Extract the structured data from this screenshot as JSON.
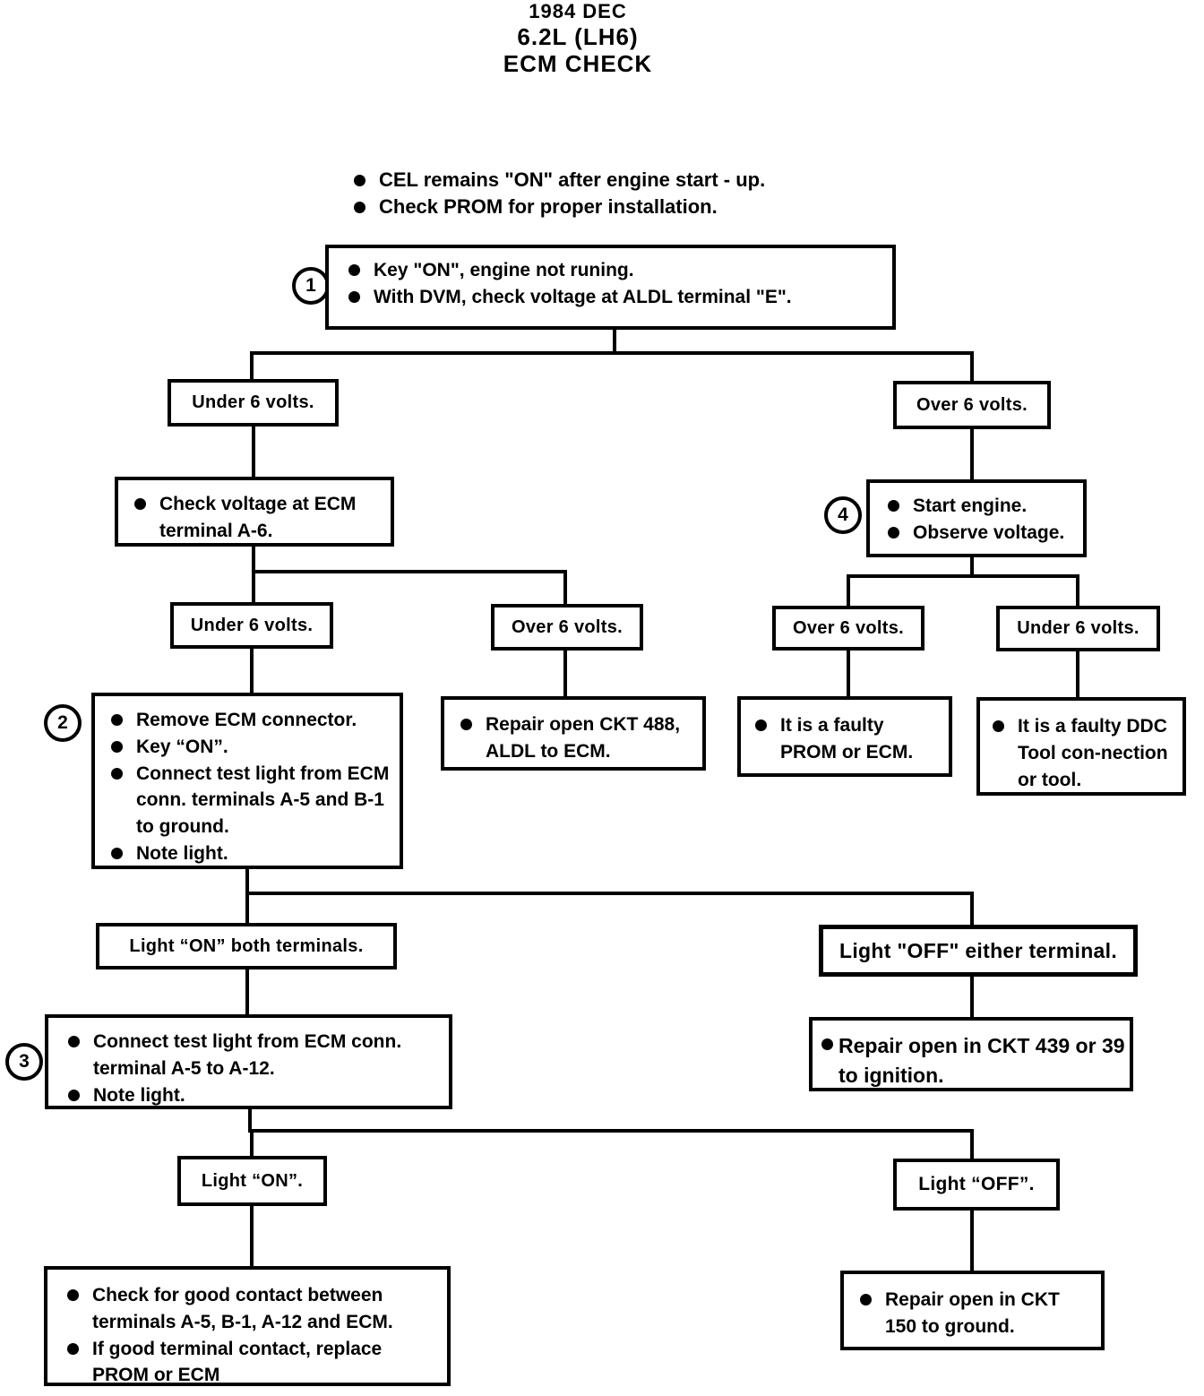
{
  "header": {
    "title_line1": "1984 DEC",
    "title_line2": "6.2L (LH6)",
    "title_line3": "ECM CHECK"
  },
  "intro": {
    "bullet1": "CEL remains \"ON\" after engine start - up.",
    "bullet2": "Check PROM for proper installation."
  },
  "nodes": {
    "step1": {
      "number": "1",
      "bullet1": "Key \"ON\", engine not runing.",
      "bullet2": "With DVM, check voltage at ALDL terminal \"E\"."
    },
    "under6_left1": {
      "label": "Under 6 volts."
    },
    "over6_right1": {
      "label": "Over 6 volts."
    },
    "check_a6": {
      "bullet1": "Check voltage at ECM terminal A-6."
    },
    "step4": {
      "number": "4",
      "bullet1": "Start engine.",
      "bullet2": "Observe voltage."
    },
    "under6_left2": {
      "label": "Under 6 volts."
    },
    "over6_mid": {
      "label": "Over 6 volts."
    },
    "over6_right2": {
      "label": "Over 6 volts."
    },
    "under6_right2": {
      "label": "Under 6 volts."
    },
    "step2": {
      "number": "2",
      "bullet1": "Remove ECM connector.",
      "bullet2": "Key “ON”.",
      "bullet3": "Connect test light from ECM conn. terminals A-5 and B-1 to ground.",
      "bullet4": "Note light."
    },
    "repair_ckt488": {
      "bullet1": "Repair open CKT 488, ALDL to ECM."
    },
    "faulty_prom": {
      "bullet1": "It is a faulty PROM or ECM."
    },
    "faulty_ddc": {
      "bullet1": "It is a faulty DDC Tool con-nection or tool."
    },
    "light_on_both": {
      "label": "Light “ON” both terminals."
    },
    "light_off_either": {
      "label": "Light \"OFF\" either terminal."
    },
    "step3": {
      "number": "3",
      "bullet1": "Connect test light from ECM conn. terminal A-5 to A-12.",
      "bullet2": "Note light."
    },
    "repair_ckt439": {
      "bullet1": "Repair open in CKT 439 or 39 to ignition."
    },
    "light_on": {
      "label": "Light “ON”."
    },
    "light_off": {
      "label": "Light “OFF”."
    },
    "check_contact": {
      "bullet1": "Check for good contact between terminals A-5, B-1, A-12 and ECM.",
      "bullet2": "If good terminal contact, replace PROM or ECM"
    },
    "repair_ckt150": {
      "bullet1": "Repair open in CKT 150 to ground."
    }
  }
}
